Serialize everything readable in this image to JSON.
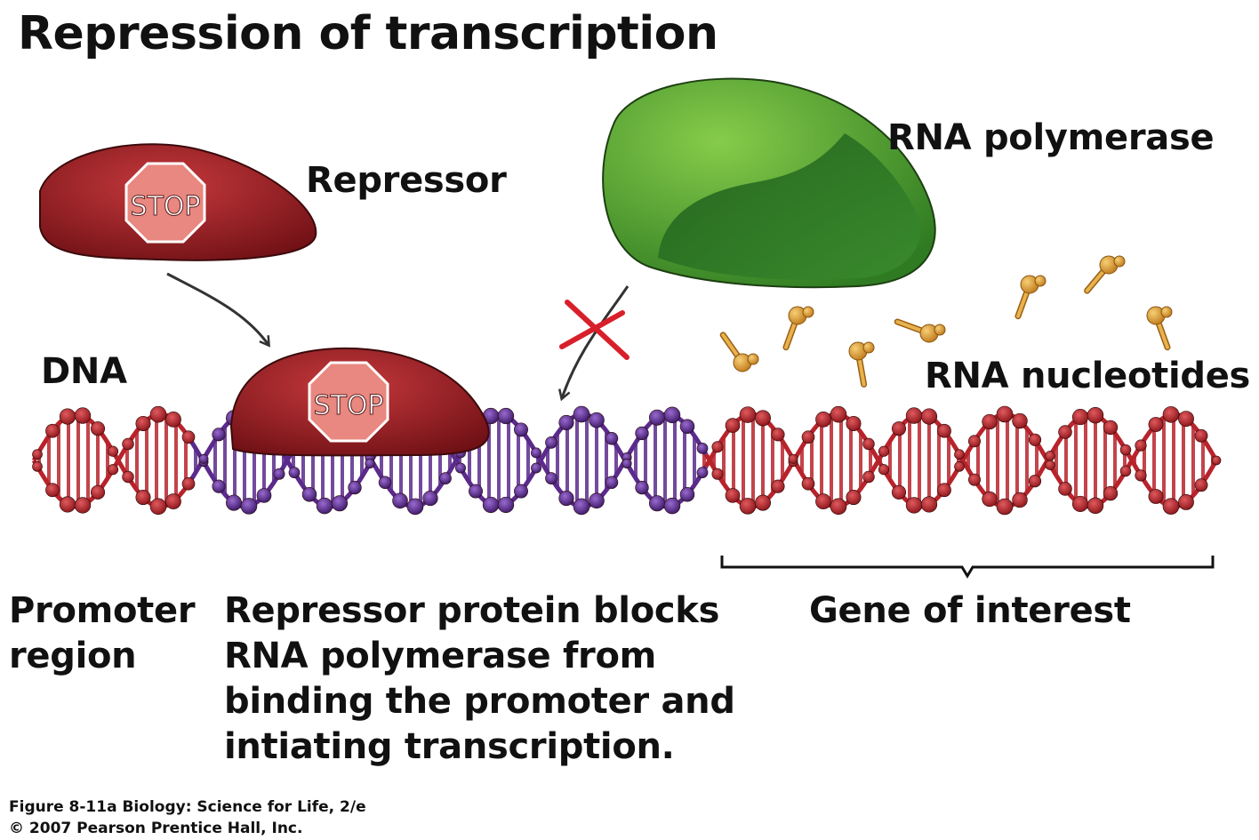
{
  "title": "Repression of transcription",
  "labels": {
    "repressor": "Repressor",
    "rna_polymerase": "RNA polymerase",
    "dna": "DNA",
    "rna_nucleotides": "RNA nucleotides",
    "gene_of_interest": "Gene of interest",
    "promoter_region": [
      "Promoter",
      "region"
    ],
    "description": [
      "Repressor protein blocks",
      "RNA polymerase from",
      "binding the promoter and",
      "intiating transcription."
    ],
    "stop_sign": "STOP"
  },
  "caption": [
    "Figure 8-11a  Biology: Science for Life, 2/e",
    "© 2007 Pearson Prentice Hall, Inc."
  ],
  "colors": {
    "dna_red": "#b8232b",
    "dna_purple": "#5b2a8c",
    "repressor": "#9e1f24",
    "polymerase": "#3f9a2b",
    "nucleotide": "#e0a03a",
    "block_x": "#d8202a"
  }
}
